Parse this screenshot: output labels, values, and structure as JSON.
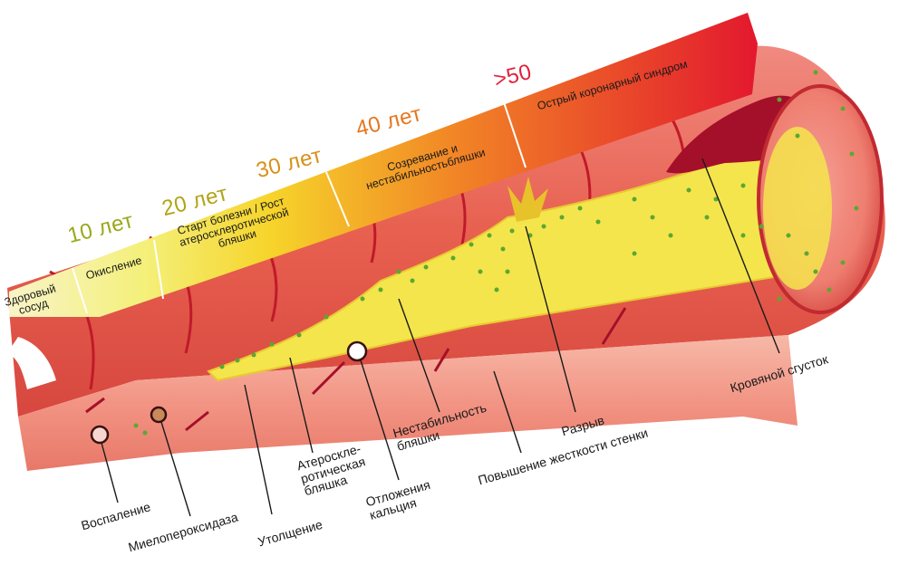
{
  "colors": {
    "tunnel_outer": "#e2574c",
    "tunnel_inner": "#c9323a",
    "wall": "#f3a294",
    "plaque": "#f4e54c",
    "plaque_dark": "#e9c832",
    "clot": "#a4102a",
    "dot_green": "#5aa832",
    "age_green": "#9aa81a",
    "age_orange": "#e8761c",
    "age_red": "#e0203a"
  },
  "stages": [
    {
      "label": "Здоровый\nсосуд",
      "color": "#f8f4c8"
    },
    {
      "label": "Окисление",
      "color": "#f4f08a"
    },
    {
      "label": "Старт болезни / Рост\nатеросклеротической\nбляшки",
      "color": "#f5d62a"
    },
    {
      "label": "Созревание и\nнестабильностьбляшки",
      "color": "#f08a24"
    },
    {
      "label": "Острый коронарный синдром",
      "color": "#e8382a"
    }
  ],
  "ages": [
    {
      "text": "10 лет",
      "color": "#9aa81a"
    },
    {
      "text": "20 лет",
      "color": "#b0a416"
    },
    {
      "text": "30 лет",
      "color": "#d8901a"
    },
    {
      "text": "40 лет",
      "color": "#e6761e"
    },
    {
      "text": ">50",
      "color": "#e0203a"
    }
  ],
  "labels": {
    "inflammation": "Воспаление",
    "myeloperoxidase": "Миелопероксидаза",
    "thickening": "Утолщение",
    "plaque": "Атероскле-\nротическая\nбляшка",
    "calcium": "Отложения\nкальция",
    "instability": "Нестабильность\nбляшки",
    "stiffness": "Повышение жесткости стенки",
    "rupture": "Разрыв",
    "clot": "Кровяной сгусток"
  }
}
